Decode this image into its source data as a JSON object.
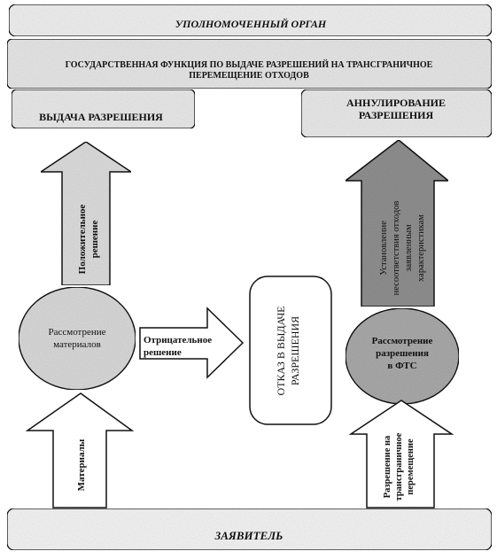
{
  "header": {
    "authority": "УПОЛНОМОЧЕННЫЙ ОРГАН",
    "function_line1": "ГОСУДАРСТВЕННАЯ ФУНКЦИЯ  ПО ВЫДАЧЕ РАЗРЕШЕНИЙ НА ТРАНСГРАНИЧНОЕ",
    "function_line2": "ПЕРЕМЕЩЕНИЕ ОТХОДОВ"
  },
  "outcomes": {
    "issue": "ВЫДАЧА РАЗРЕШЕНИЯ",
    "cancel_line1": "АННУЛИРОВАНИЕ",
    "cancel_line2": "РАЗРЕШЕНИЯ"
  },
  "arrows": {
    "positive_line1": "Положительное",
    "positive_line2": "решение",
    "mismatch_line1": "Установление",
    "mismatch_line2": "несоответствия отходов",
    "mismatch_line3": "заявленным",
    "mismatch_line4": "характеристикам",
    "negative_line1": "Отрицательное",
    "negative_line2": "решение",
    "materials": "Материалы",
    "permit_line1": "Разрешение на",
    "permit_line2": "трансграничное",
    "permit_line3": "перемещение"
  },
  "nodes": {
    "review_line1": "Рассмотрение",
    "review_line2": "материалов",
    "refusal_line1": "ОТКАЗ В ВЫДАЧЕ",
    "refusal_line2": "РАЗРЕШЕНИЯ",
    "fts_line1": "Рассмотрение",
    "fts_line2": "разрешения",
    "fts_line3": "в ФТС"
  },
  "footer": {
    "applicant": "ЗАЯВИТЕЛЬ"
  },
  "colors": {
    "light_fill": "#ececec",
    "mid_fill": "#c9c9c9",
    "dark_fill": "#9a9a9a",
    "stroke": "#111111"
  }
}
